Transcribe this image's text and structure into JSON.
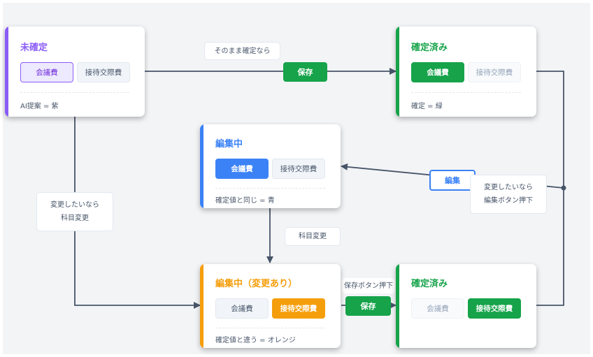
{
  "colors": {
    "purple": "#8b5cf6",
    "green": "#16a34a",
    "blue": "#3b82f6",
    "orange": "#f59e0b",
    "line": "#475569"
  },
  "states": {
    "unconfirmed": {
      "title": "未確定",
      "chip1": "会議費",
      "chip2": "接待交際費",
      "note": "AI提案 = 紫"
    },
    "confirmed_top": {
      "title": "確定済み",
      "chip1": "会議費",
      "chip2": "接待交際費",
      "note": "確定 = 緑"
    },
    "editing": {
      "title": "編集中",
      "chip1": "会議費",
      "chip2": "接待交際費",
      "note": "確定値と同じ = 青"
    },
    "editing_changed": {
      "title": "編集中（変更あり）",
      "chip1": "会議費",
      "chip2": "接待交際費",
      "note": "確定値と違う = オレンジ"
    },
    "confirmed_bottom": {
      "title": "確定済み",
      "chip1": "会議費",
      "chip2": "接待交際費"
    }
  },
  "transitions": {
    "confirm_as_is": "そのまま確定なら",
    "save_top": "保存",
    "edit_button": "編集",
    "want_change_edit": [
      "変更したいなら",
      "編集ボタン押下"
    ],
    "want_change_account": [
      "変更したいなら",
      "科目変更"
    ],
    "account_change": "科目変更",
    "save_pressed": "保存ボタン押下",
    "save_bottom": "保存"
  }
}
